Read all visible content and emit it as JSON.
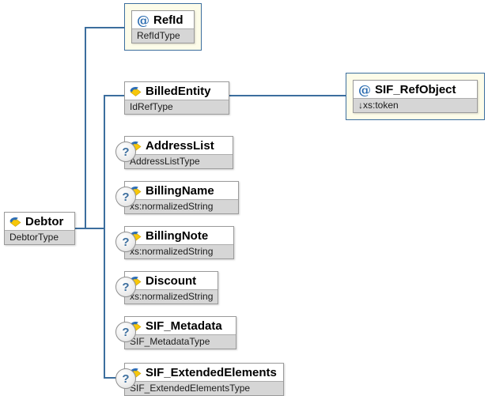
{
  "nodes": {
    "root": {
      "name": "Debtor",
      "type": "DebtorType"
    },
    "refid": {
      "name": "RefId",
      "type": "RefIdType",
      "badge": "@"
    },
    "billed_entity": {
      "name": "BilledEntity",
      "type": "IdRefType"
    },
    "sif_refobject": {
      "name": "SIF_RefObject",
      "type": "↓xs:token",
      "badge": "@"
    },
    "address_list": {
      "name": "AddressList",
      "type": "AddressListType",
      "badge": "?"
    },
    "billing_name": {
      "name": "BillingName",
      "type": "xs:normalizedString",
      "badge": "?"
    },
    "billing_note": {
      "name": "BillingNote",
      "type": "xs:normalizedString",
      "badge": "?"
    },
    "discount": {
      "name": "Discount",
      "type": "xs:normalizedString",
      "badge": "?"
    },
    "sif_metadata": {
      "name": "SIF_Metadata",
      "type": "SIF_MetadataType",
      "badge": "?"
    },
    "sif_extended": {
      "name": "SIF_ExtendedElements",
      "type": "SIF_ExtendedElementsType",
      "badge": "?"
    }
  },
  "colors": {
    "connector": "#3c6e9e",
    "attribute_container_fill": "#fdfce9",
    "attribute_container_border": "#3c6e9e",
    "node_border": "#9a9a9a",
    "subtitle_fill": "#d6d6d6",
    "attribute_glyph": "#2b6cb0",
    "element_icon_yellow": "#f7c709",
    "element_icon_blue": "#2d6db5",
    "optional_glyph": "#3c6e9e"
  }
}
